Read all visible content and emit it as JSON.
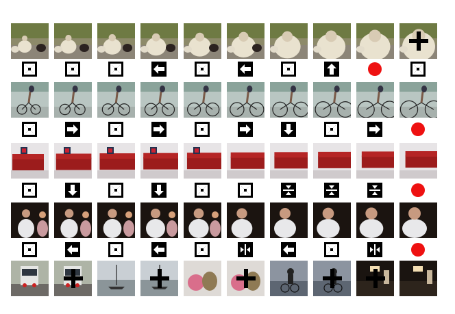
{
  "colors": {
    "icon_bg": "#000000",
    "icon_fg": "#ffffff",
    "stop_dot": "#ee1111"
  },
  "rows": [
    {
      "scene": "sheep",
      "frames": [
        "sheep-1",
        "sheep-2",
        "sheep-3",
        "sheep-4",
        "sheep-5",
        "sheep-6",
        "sheep-7",
        "sheep-8",
        "sheep-9",
        "sheep-10"
      ],
      "frame_cross": [
        false,
        false,
        false,
        false,
        false,
        false,
        false,
        false,
        false,
        true
      ],
      "actions": [
        "zoom-out",
        "zoom-out",
        "zoom-out",
        "left",
        "zoom-out",
        "left",
        "zoom-out",
        "up",
        "stop",
        "zoom-out"
      ]
    },
    {
      "scene": "cyclist",
      "frames": [
        "cyclist-1",
        "cyclist-2",
        "cyclist-3",
        "cyclist-4",
        "cyclist-5",
        "cyclist-6",
        "cyclist-7",
        "cyclist-8",
        "cyclist-9",
        "cyclist-10"
      ],
      "frame_cross": [
        false,
        false,
        false,
        false,
        false,
        false,
        false,
        false,
        false,
        false
      ],
      "actions": [
        "zoom-out",
        "right",
        "zoom-out",
        "right",
        "zoom-out",
        "right",
        "down",
        "zoom-out",
        "right",
        "stop"
      ]
    },
    {
      "scene": "sofa",
      "frames": [
        "sofa-1",
        "sofa-2",
        "sofa-3",
        "sofa-4",
        "sofa-5",
        "sofa-6",
        "sofa-7",
        "sofa-8",
        "sofa-9",
        "sofa-10"
      ],
      "frame_cross": [
        false,
        false,
        false,
        false,
        false,
        false,
        false,
        false,
        false,
        false
      ],
      "actions": [
        "zoom-out",
        "down",
        "zoom-out",
        "down",
        "zoom-out",
        "zoom-out",
        "squeeze-v",
        "squeeze-v",
        "squeeze-v",
        "stop"
      ]
    },
    {
      "scene": "people",
      "frames": [
        "people-1",
        "people-2",
        "people-3",
        "people-4",
        "people-5",
        "people-6",
        "people-7",
        "people-8",
        "people-9",
        "people-10"
      ],
      "frame_cross": [
        false,
        false,
        false,
        false,
        false,
        false,
        false,
        false,
        false,
        false
      ],
      "actions": [
        "zoom-out",
        "left",
        "zoom-out",
        "left",
        "zoom-out",
        "squeeze-h",
        "left",
        "zoom-out",
        "squeeze-h",
        "stop"
      ]
    },
    {
      "scene": "mixed",
      "frames": [
        "bus-1",
        "bus-2",
        "boat-1",
        "boat-2",
        "chair-1",
        "chair-2",
        "motorbike-1",
        "motorbike-2",
        "room-1",
        "room-2"
      ],
      "frame_cross": [
        false,
        true,
        false,
        true,
        false,
        true,
        false,
        true,
        true,
        false
      ],
      "actions": []
    }
  ]
}
